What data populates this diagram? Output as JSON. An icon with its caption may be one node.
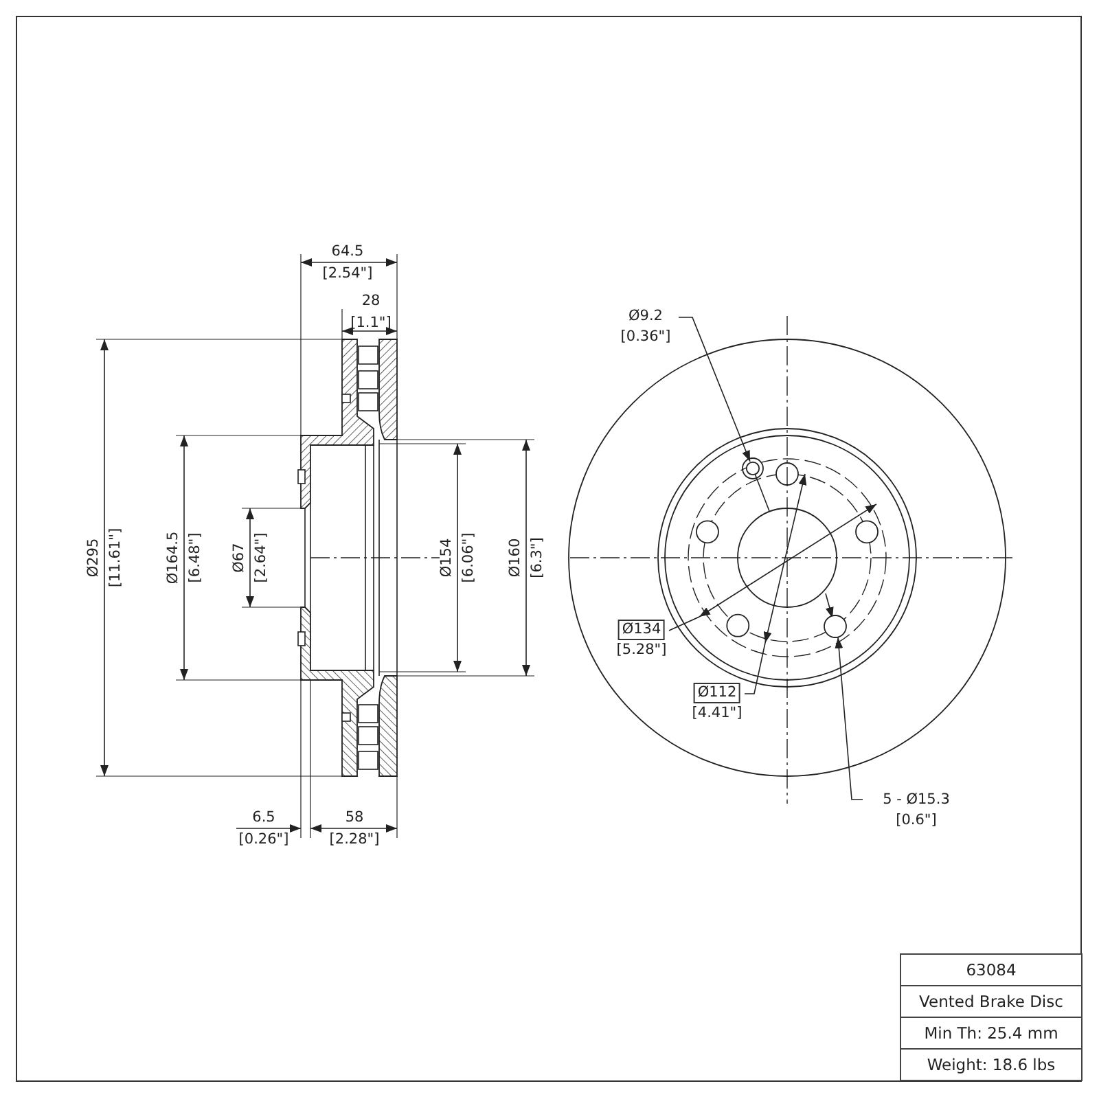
{
  "diagram": {
    "nodes": [
      {
        "text": [
          "Ø9.2 [0.36\"]"
        ]
      },
      {
        "text": [],
        "shape": "circle"
      },
      {
        "text": [
          "Ø134",
          "[5.28\"]"
        ]
      },
      {
        "text": [
          "Ø112",
          "[4.41\"]"
        ]
      },
      {
        "text": [
          "5 - Ø15.3 [0.6\"]"
        ]
      },
      {
        "text": [],
        "shape": "circle"
      }
    ],
    "edges": [
      {
        "from": 0,
        "to": 1,
        "arrow": "to"
      },
      {
        "from": 2,
        "to": null,
        "arrow": "none"
      },
      {
        "from": 3,
        "to": null,
        "arrow": "none"
      },
      {
        "from": 4,
        "to": 5,
        "arrow": "to"
      }
    ],
    "labels": [
      "64.5 [2.54\"]",
      "28 [1.1\"]",
      "Ø295 [11.61\"]",
      "Ø164.5 [6.48\"]",
      "Ø67 [2.64\"]",
      "Ø154 [6.06\"]",
      "Ø160 [6.3\"]",
      "6.5 [0.26\"]",
      "58 [2.28\"]",
      "63084",
      "Vented Brake Disc",
      "Min Th: 25.4 mm",
      "Weight: 18.6 lbs"
    ]
  }
}
